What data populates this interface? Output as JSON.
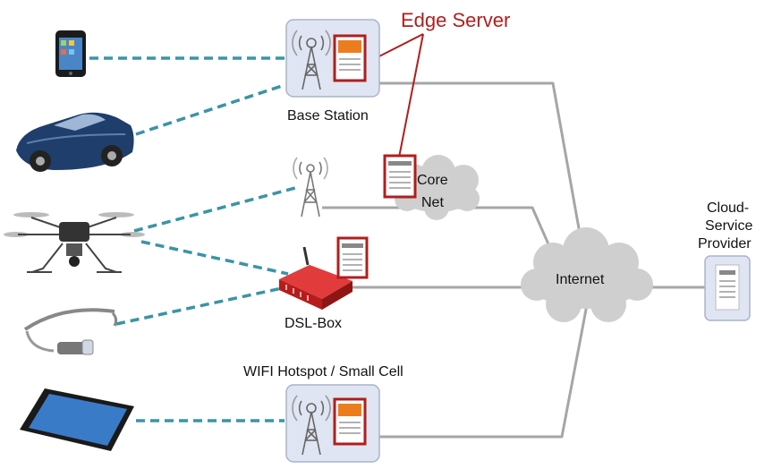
{
  "labels": {
    "edge_server": "Edge Server",
    "base_station": "Base Station",
    "core_net_line1": "Core",
    "core_net_line2": "Net",
    "internet": "Internet",
    "cloud_line1": "Cloud-",
    "cloud_line2": "Service",
    "cloud_line3": "Provider",
    "dsl_box": "DSL-Box",
    "wifi_hotspot": "WIFI Hotspot / Small Cell"
  },
  "colors": {
    "edge_label": "#b01e1e",
    "server_frame": "#b01e1e",
    "dashed_link": "#3a94a6",
    "wired_link": "#a6a6a6",
    "cloud": "#cfcfcf",
    "station_box": "#dfe5f2",
    "accent_orange": "#ec7d1f"
  },
  "devices": [
    "smartphone-icon",
    "car-icon",
    "drone-icon",
    "smart-glasses-icon",
    "tablet-icon"
  ]
}
